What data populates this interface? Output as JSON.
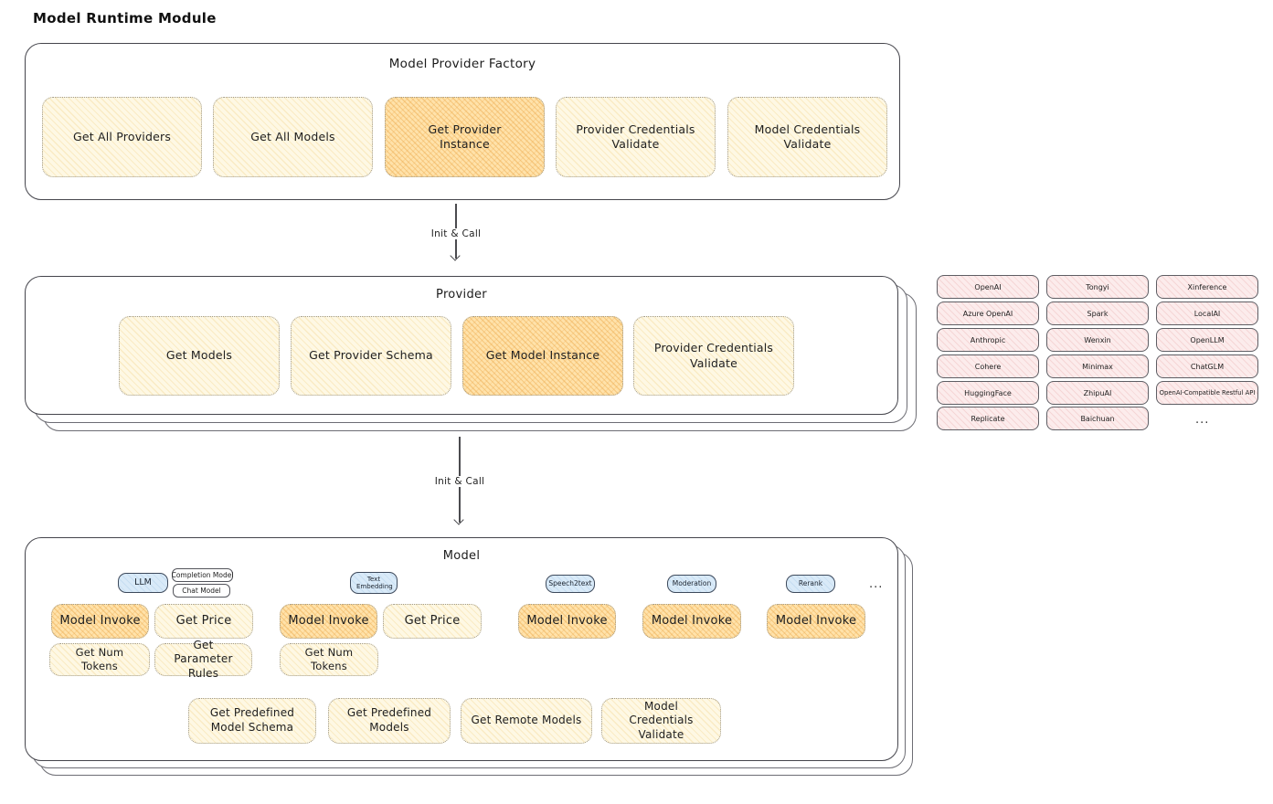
{
  "title": "Model Runtime Module",
  "factory": {
    "title": "Model Provider Factory",
    "buttons": [
      {
        "label": "Get All Providers",
        "highlighted": false
      },
      {
        "label": "Get All Models",
        "highlighted": false
      },
      {
        "label": "Get Provider Instance",
        "highlighted": true
      },
      {
        "label": "Provider Credentials Validate",
        "highlighted": false
      },
      {
        "label": "Model Credentials Validate",
        "highlighted": false
      }
    ]
  },
  "arrows": {
    "factory_to_provider": "Init & Call",
    "provider_to_model": "Init & Call"
  },
  "provider": {
    "title": "Provider",
    "buttons": [
      {
        "label": "Get Models",
        "highlighted": false
      },
      {
        "label": "Get Provider Schema",
        "highlighted": false
      },
      {
        "label": "Get Model Instance",
        "highlighted": true
      },
      {
        "label": "Provider Credentials Validate",
        "highlighted": false
      }
    ]
  },
  "providers_grid": {
    "rows": [
      [
        "OpenAI",
        "Tongyi",
        "Xinference"
      ],
      [
        "Azure OpenAI",
        "Spark",
        "LocalAI"
      ],
      [
        "Anthropic",
        "Wenxin",
        "OpenLLM"
      ],
      [
        "Cohere",
        "Minimax",
        "ChatGLM"
      ],
      [
        "HuggingFace",
        "ZhipuAI",
        "OpenAI-Compatible Restful API"
      ],
      [
        "Replicate",
        "Baichuan"
      ]
    ],
    "ellipsis": "..."
  },
  "model": {
    "title": "Model",
    "ellipsis": "...",
    "tags": {
      "llm": "LLM",
      "completion_model": "Completion Model",
      "chat_model": "Chat Model",
      "text_embedding": "Text Embedding",
      "speech2text": "Speech2text",
      "moderation": "Moderation",
      "rerank": "Rerank"
    },
    "buttons": {
      "llm_model_invoke": "Model Invoke",
      "llm_get_price": "Get Price",
      "llm_get_num_tokens": "Get Num Tokens",
      "llm_get_parameter_rules": "Get Parameter Rules",
      "embedding_model_invoke": "Model Invoke",
      "embedding_get_price": "Get Price",
      "embedding_get_num_tokens": "Get Num Tokens",
      "speech2text_model_invoke": "Model Invoke",
      "moderation_model_invoke": "Model Invoke",
      "rerank_model_invoke": "Model Invoke",
      "get_predefined_model_schema": "Get Predefined Model Schema",
      "get_predefined_models": "Get Predefined Models",
      "get_remote_models": "Get Remote Models",
      "model_credentials_validate": "Model Credentials Validate"
    }
  }
}
